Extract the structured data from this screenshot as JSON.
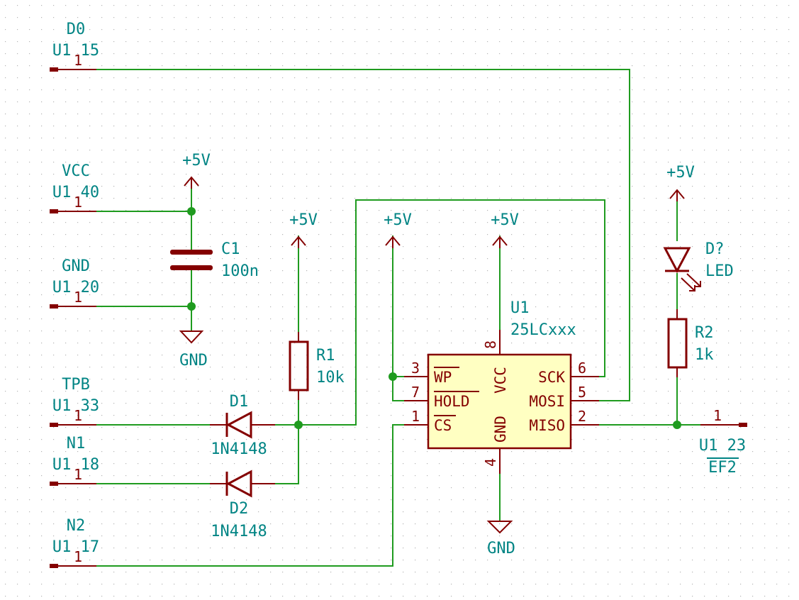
{
  "connectors": {
    "d0": {
      "net": "D0",
      "ref": "U1 15",
      "pin": "1"
    },
    "vcc": {
      "net": "VCC",
      "ref": "U1 40",
      "pin": "1"
    },
    "gnd": {
      "net": "GND",
      "ref": "U1 20",
      "pin": "1"
    },
    "tpb": {
      "net": "TPB",
      "ref": "U1 33",
      "pin": "1"
    },
    "n1": {
      "net": "N1",
      "ref": "U1 18",
      "pin": "1"
    },
    "n2": {
      "net": "N2",
      "ref": "U1 17",
      "pin": "1"
    },
    "ef2": {
      "net": "EF2",
      "ref": "U1 23",
      "pin": "1"
    }
  },
  "power": {
    "plus5v": "+5V",
    "gnd": "GND"
  },
  "components": {
    "c1": {
      "ref": "C1",
      "value": "100n"
    },
    "r1": {
      "ref": "R1",
      "value": "10k"
    },
    "r2": {
      "ref": "R2",
      "value": "1k"
    },
    "d1": {
      "ref": "D1",
      "value": "1N4148"
    },
    "d2": {
      "ref": "D2",
      "value": "1N4148"
    },
    "led": {
      "ref": "D?",
      "value": "LED"
    },
    "u1": {
      "ref": "U1",
      "value": "25LCxxx",
      "pins": {
        "wp": {
          "num": "3",
          "name": "WP"
        },
        "hold": {
          "num": "7",
          "name": "HOLD"
        },
        "cs": {
          "num": "1",
          "name": "CS"
        },
        "vcc": {
          "num": "8",
          "name": "VCC"
        },
        "gnd": {
          "num": "4",
          "name": "GND"
        },
        "sck": {
          "num": "6",
          "name": "SCK"
        },
        "mosi": {
          "num": "5",
          "name": "MOSI"
        },
        "miso": {
          "num": "2",
          "name": "MISO"
        }
      }
    }
  },
  "colors": {
    "wire": "#1f9b1f",
    "component": "#840000",
    "label": "#008484",
    "ic_fill": "#ffffc2",
    "grid_dot": "#b4b4b4"
  }
}
